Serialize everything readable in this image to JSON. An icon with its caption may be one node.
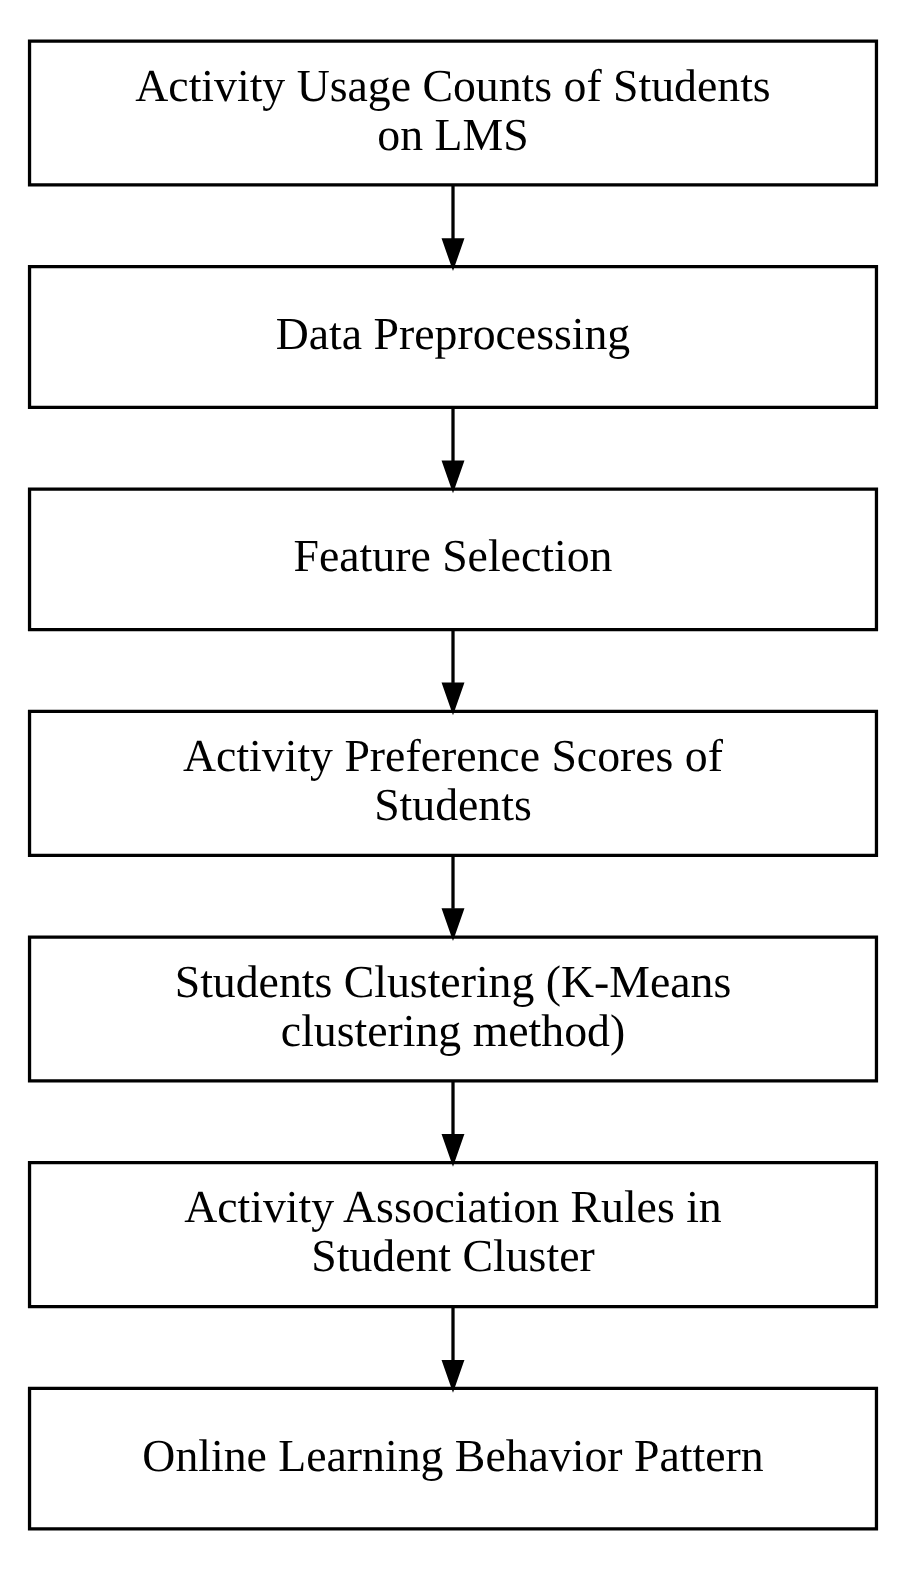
{
  "diagram": {
    "nodes": [
      {
        "text": [
          "Activity Usage Counts of Students on LMS"
        ]
      },
      {
        "text": [
          "Data Preprocessing"
        ]
      },
      {
        "text": [
          "Feature Selection"
        ]
      },
      {
        "text": [
          "Activity Preference Scores of Students"
        ]
      },
      {
        "text": [
          "Students Clustering (K-Means clustering method)"
        ]
      },
      {
        "text": [
          "Activity Association Rules in Student Cluster"
        ]
      },
      {
        "text": [
          "Online Learning Behavior Pattern"
        ]
      }
    ],
    "edges": [
      {
        "from": 0,
        "to": 1,
        "arrow": "to"
      },
      {
        "from": 1,
        "to": 2,
        "arrow": "to"
      },
      {
        "from": 2,
        "to": 3,
        "arrow": "to"
      },
      {
        "from": 3,
        "to": 4,
        "arrow": "to"
      },
      {
        "from": 4,
        "to": 5,
        "arrow": "to"
      },
      {
        "from": 5,
        "to": 6,
        "arrow": "to"
      }
    ]
  }
}
